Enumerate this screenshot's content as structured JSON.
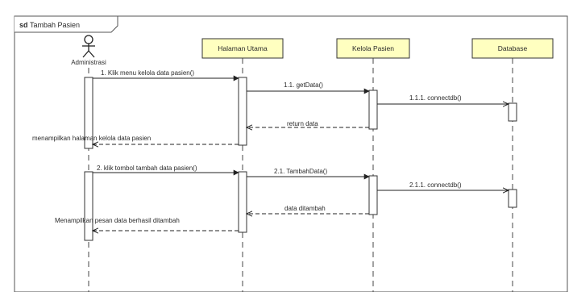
{
  "frame": {
    "keyword": "sd",
    "title": "Tambah Pasien"
  },
  "actor": {
    "name": "Administrasi"
  },
  "lifelines": [
    {
      "id": "halaman",
      "label": "Halaman Utama"
    },
    {
      "id": "kelola",
      "label": "Kelola Pasien"
    },
    {
      "id": "database",
      "label": "Database"
    }
  ],
  "messages": [
    {
      "label": "1. Klik menu kelola data pasien()",
      "kind": "call"
    },
    {
      "label": "1.1. getData()",
      "kind": "call"
    },
    {
      "label": "1.1.1. connectdb()",
      "kind": "call"
    },
    {
      "label": "return data",
      "kind": "return"
    },
    {
      "label": "menampilkan halaman kelola data pasien",
      "kind": "return"
    },
    {
      "label": "2. klik tombol tambah data pasien()",
      "kind": "call"
    },
    {
      "label": "2.1. TambahData()",
      "kind": "call"
    },
    {
      "label": "2.1.1. connectdb()",
      "kind": "call"
    },
    {
      "label": "data ditambah",
      "kind": "return"
    },
    {
      "label": "Menampilkan pesan data berhasil ditambah",
      "kind": "return"
    }
  ],
  "colors": {
    "participant_fill": "#ffffc0",
    "line": "#333333",
    "frame_border": "#555555"
  }
}
